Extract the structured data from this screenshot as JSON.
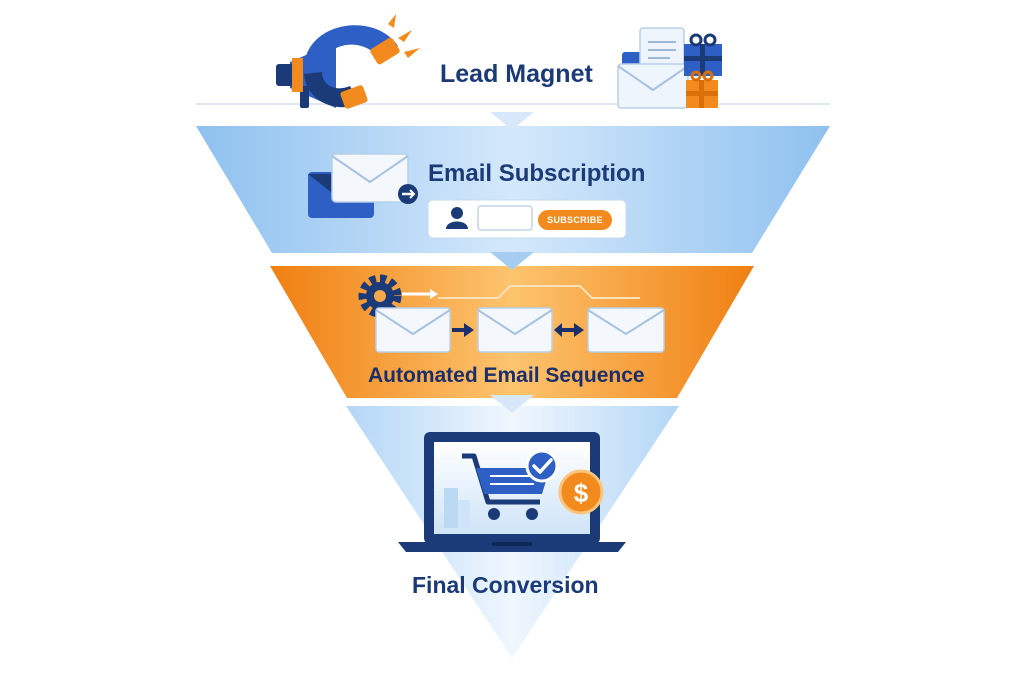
{
  "stages": [
    {
      "title": "Lead Magnet"
    },
    {
      "title": "Email Subscription",
      "button_label": "SUBSCRIBE"
    },
    {
      "title": "Automated Email Sequence"
    },
    {
      "title": "Final Conversion"
    }
  ],
  "colors": {
    "navy": "#1b3a78",
    "blue": "#2d5fc4",
    "orange": "#f28a1e",
    "light_blue": "#aed2f5"
  },
  "icons": [
    "megaphone-icon",
    "magnet-icon",
    "document-icon",
    "gift-box-icon",
    "envelope-icon",
    "user-icon",
    "gear-icon",
    "arrow-icon",
    "laptop-icon",
    "shopping-cart-icon",
    "checkmark-icon",
    "dollar-coin-icon",
    "chevron-down-icon"
  ]
}
